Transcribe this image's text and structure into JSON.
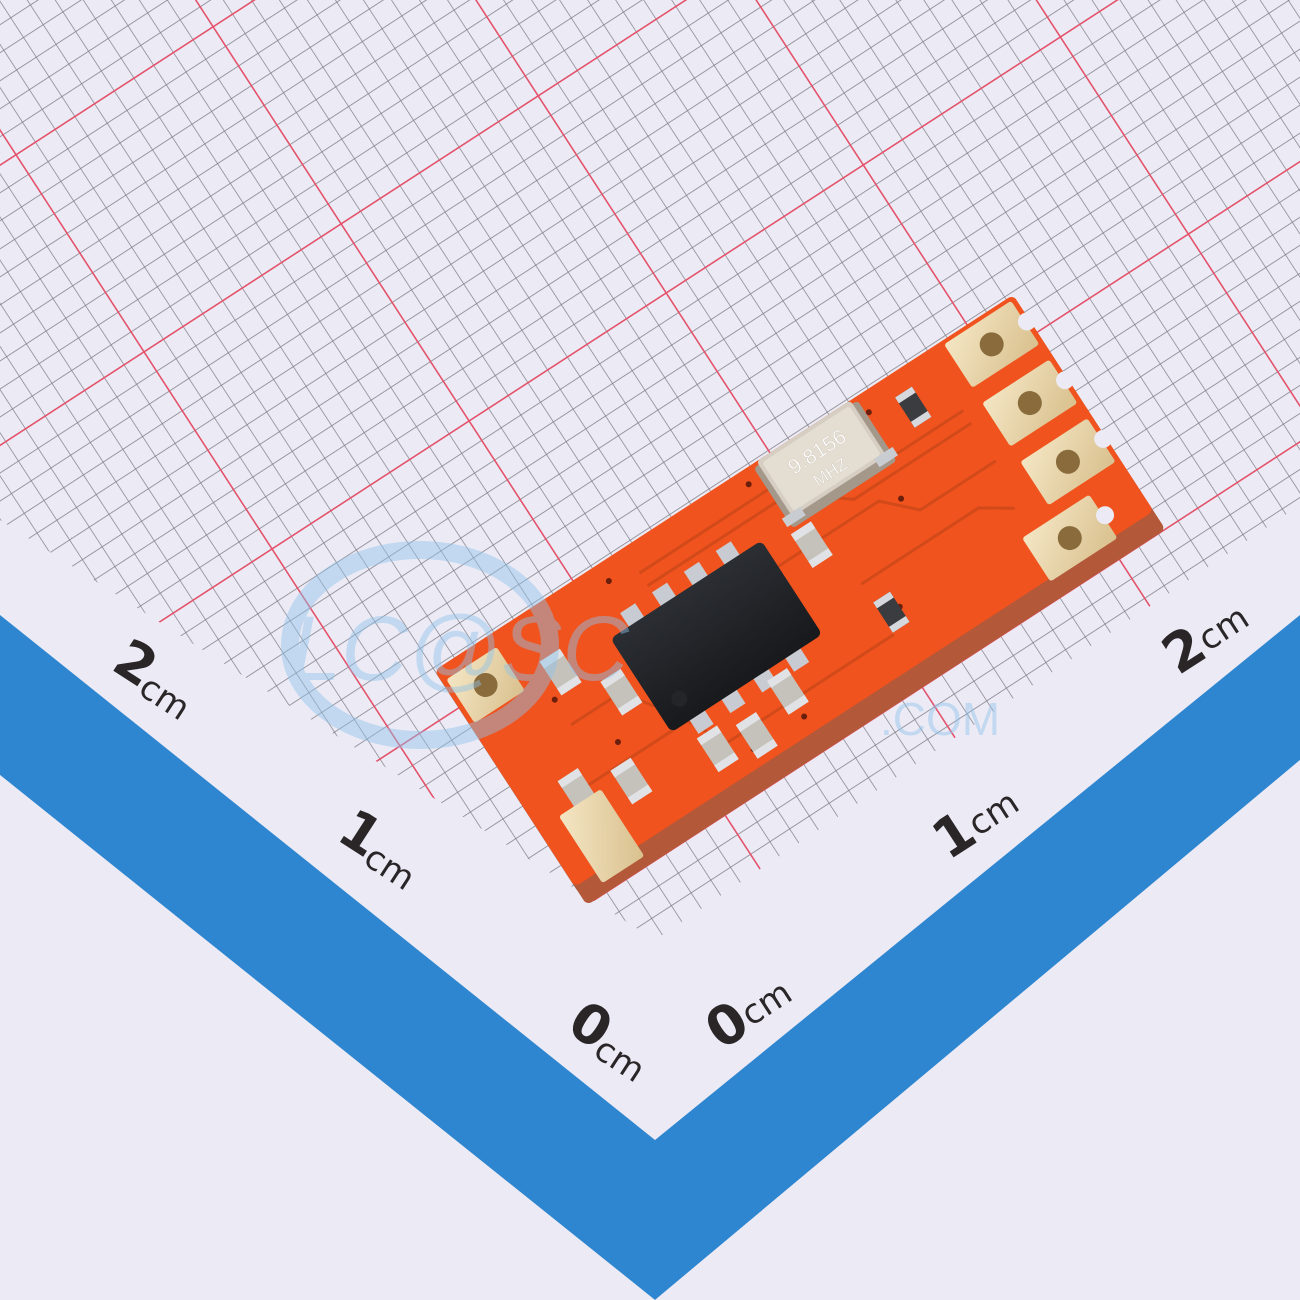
{
  "scene": {
    "description": "Product photo of a small RF transmitter PCB module on a cm grid measurement mat",
    "background_color": "#ecebf5",
    "grid": {
      "minor_line_color": "#6b6a72",
      "major_line_color": "#e8506a",
      "major_spacing_label": "1cm"
    },
    "ruler_band_color": "#2f86d0"
  },
  "ruler_labels": {
    "left_axis": [
      {
        "value": "2",
        "unit": "cm"
      },
      {
        "value": "1",
        "unit": "cm"
      },
      {
        "value": "0",
        "unit": "cm"
      }
    ],
    "right_axis": [
      {
        "value": "0",
        "unit": "cm"
      },
      {
        "value": "1",
        "unit": "cm"
      },
      {
        "value": "2",
        "unit": "cm"
      }
    ]
  },
  "pcb": {
    "board_color": "#f0531e",
    "crystal": {
      "line1": "9.8156",
      "line2": "MHZ"
    },
    "ic_package": "SOP-8",
    "pad_count_right": 4,
    "pad_count_left": 1
  },
  "watermark": {
    "text_main": "LC@SC",
    "text_sub": ".COM",
    "color": "#8fc3ea"
  }
}
